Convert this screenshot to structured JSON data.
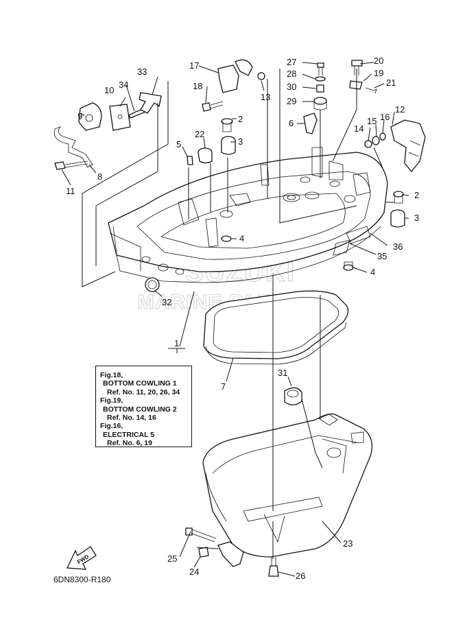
{
  "callouts": [
    {
      "id": "17",
      "text": "17"
    },
    {
      "id": "33",
      "text": "33"
    },
    {
      "id": "18",
      "text": "18"
    },
    {
      "id": "13",
      "text": "13"
    },
    {
      "id": "27",
      "text": "27"
    },
    {
      "id": "28",
      "text": "28"
    },
    {
      "id": "30",
      "text": "30"
    },
    {
      "id": "29",
      "text": "29"
    },
    {
      "id": "20",
      "text": "20"
    },
    {
      "id": "19",
      "text": "19"
    },
    {
      "id": "21",
      "text": "21"
    },
    {
      "id": "34",
      "text": "34"
    },
    {
      "id": "10",
      "text": "10"
    },
    {
      "id": "9",
      "text": "9"
    },
    {
      "id": "2a",
      "text": "2"
    },
    {
      "id": "3a",
      "text": "3"
    },
    {
      "id": "22",
      "text": "22"
    },
    {
      "id": "6",
      "text": "6"
    },
    {
      "id": "12",
      "text": "12"
    },
    {
      "id": "14",
      "text": "14"
    },
    {
      "id": "15",
      "text": "15"
    },
    {
      "id": "16",
      "text": "16"
    },
    {
      "id": "5",
      "text": "5"
    },
    {
      "id": "8",
      "text": "8"
    },
    {
      "id": "11",
      "text": "11"
    },
    {
      "id": "2b",
      "text": "2"
    },
    {
      "id": "3b",
      "text": "3"
    },
    {
      "id": "4a",
      "text": "4"
    },
    {
      "id": "36",
      "text": "36"
    },
    {
      "id": "35",
      "text": "35"
    },
    {
      "id": "4b",
      "text": "4"
    },
    {
      "id": "32",
      "text": "32"
    },
    {
      "id": "1",
      "text": "1"
    },
    {
      "id": "7",
      "text": "7"
    },
    {
      "id": "31",
      "text": "31"
    },
    {
      "id": "23",
      "text": "23"
    },
    {
      "id": "25",
      "text": "25"
    },
    {
      "id": "24",
      "text": "24"
    },
    {
      "id": "26",
      "text": "26"
    }
  ],
  "reference_box": {
    "fig18": "Fig.18,",
    "fig18_title": "BOTTOM COWLING 1",
    "fig18_refs": "Ref. No. 11, 20, 26, 34",
    "fig19": "Fig.19,",
    "fig19_title": "BOTTOM COWLING 2",
    "fig19_refs": "Ref. No. 14, 16",
    "fig16": "Fig.16,",
    "fig16_title": "ELECTRICAL 5",
    "fig16_refs": "Ref. No. 6, 19"
  },
  "direction_arrow": "FWD",
  "diagram_code": "6DN8300-R180",
  "watermark": {
    "line1": "SUZUKI",
    "line2": "MARINE PARTS"
  }
}
